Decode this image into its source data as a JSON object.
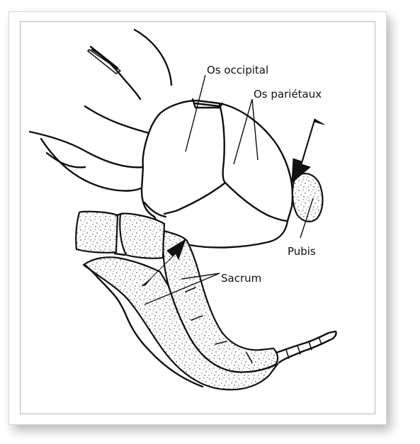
{
  "labels": {
    "occipital": "Os occipital",
    "parietals": "Os pariétaux",
    "pubis": "Pubis",
    "sacrum": "Sacrum"
  },
  "colors": {
    "ink": "#111111",
    "background": "#ffffff",
    "frame": "#b8b8b8"
  }
}
